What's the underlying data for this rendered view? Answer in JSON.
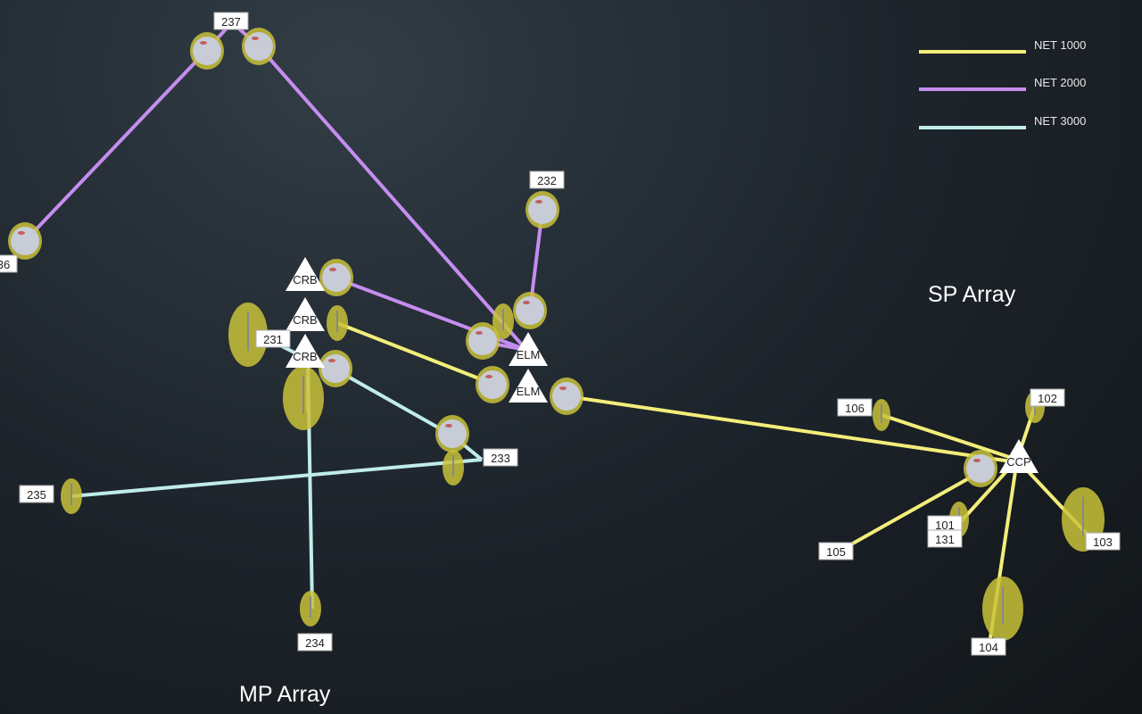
{
  "colors": {
    "net1000": "#f3ee7a",
    "net2000": "#c58df0",
    "net3000": "#bfeceb",
    "halo": "#c9c23a"
  },
  "legend": [
    {
      "label": "NET 1000"
    },
    {
      "label": "NET 2000"
    },
    {
      "label": "NET 3000"
    }
  ],
  "regions": {
    "sp": "SP Array",
    "mp": "MP Array"
  },
  "stations": {
    "s237": "237",
    "s236": "36",
    "s232": "232",
    "s231": "231",
    "s233": "233",
    "s235": "235",
    "s234": "234",
    "s106": "106",
    "s102": "102",
    "s101": "101",
    "s131": "131",
    "s105": "105",
    "s103": "103",
    "s104": "104"
  },
  "hubs": {
    "crb1": "CRB",
    "crb2": "CRB",
    "crb3": "CRB",
    "elm1": "ELM",
    "elm2": "ELM",
    "ccp": "CCP"
  }
}
